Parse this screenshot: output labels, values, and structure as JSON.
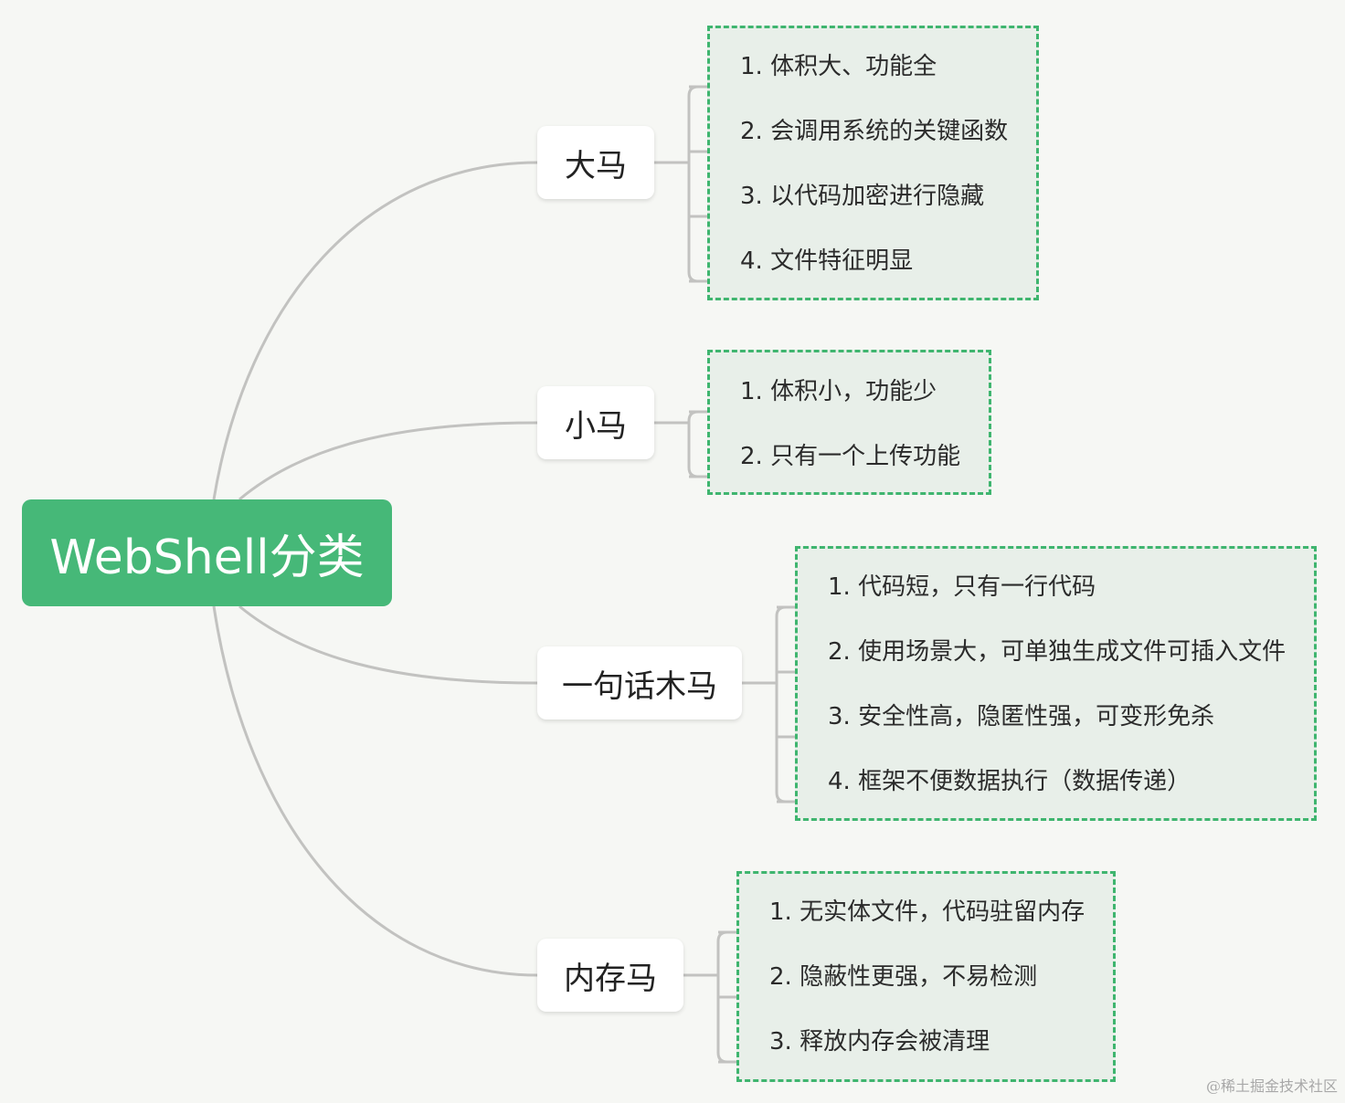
{
  "root": {
    "label": "WebShell分类"
  },
  "branches": [
    {
      "label": "大马",
      "items": [
        "1. 体积大、功能全",
        "2. 会调用系统的关键函数",
        "3. 以代码加密进行隐藏",
        "4. 文件特征明显"
      ]
    },
    {
      "label": "小马",
      "items": [
        "1. 体积小，功能少",
        "2. 只有一个上传功能"
      ]
    },
    {
      "label": "一句话木马",
      "items": [
        "1. 代码短，只有一行代码",
        "2. 使用场景大，可单独生成文件可插入文件",
        "3. 安全性高，隐匿性强，可变形免杀",
        "4. 框架不便数据执行（数据传递）"
      ]
    },
    {
      "label": "内存马",
      "items": [
        "1. 无实体文件，代码驻留内存",
        "2. 隐蔽性更强，不易检测",
        "3. 释放内存会被清理"
      ]
    }
  ],
  "watermark": "@稀土掘金技术社区"
}
